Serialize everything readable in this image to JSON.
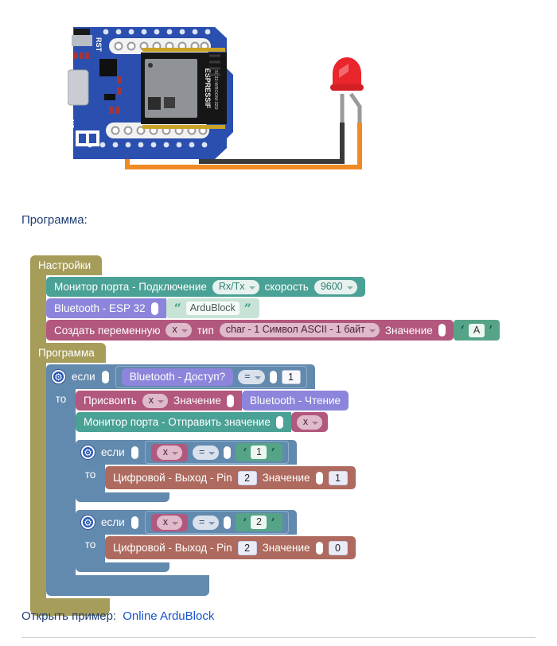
{
  "program_caption": "Программа:",
  "circuit": {
    "rst_label": "RST",
    "on_label": "ON",
    "chip_brand": "ESPRESSIF",
    "chip_model": "ESP32-WROOM-32D"
  },
  "workspace": {
    "settings_section": {
      "label": "Настройки"
    },
    "monitor_connect": {
      "label": "Монитор порта - Подключение",
      "connection": "Rx/Tx",
      "speed_label": "скорость",
      "speed": "9600"
    },
    "bluetooth_init": {
      "label": "Bluetooth - ESP 32",
      "quote_open": "“",
      "name": "ArduBlock",
      "quote_close": "”"
    },
    "create_variable": {
      "label": "Создать переменную",
      "variable": "x",
      "type_label": "тип",
      "type": "char - 1 Символ ASCII - 1 байт",
      "value_label": "Значение",
      "quote_open": "‘",
      "value": "A",
      "quote_close": "’"
    },
    "program_section": {
      "label": "Программа"
    },
    "if_bluetooth": {
      "if_label": "если",
      "condition_left": "Bluetooth - Доступ?",
      "operator": "=",
      "condition_right": "1",
      "then_label": "то"
    },
    "assign_x": {
      "label": "Присвоить",
      "variable": "x",
      "value_label": "Значение",
      "value_source": "Bluetooth - Чтение"
    },
    "monitor_send": {
      "label": "Монитор порта - Отправить значение",
      "variable": "x"
    },
    "if_x1": {
      "if_label": "если",
      "variable": "x",
      "operator": "=",
      "quote_open": "‘",
      "value": "1",
      "quote_close": "’",
      "then_label": "то"
    },
    "digital_write_1": {
      "label": "Цифровой - Выход - Pin",
      "pin": "2",
      "value_label": "Значение",
      "value": "1"
    },
    "if_x2": {
      "if_label": "если",
      "variable": "x",
      "operator": "=",
      "quote_open": "‘",
      "value": "2",
      "quote_close": "’",
      "then_label": "то"
    },
    "digital_write_0": {
      "label": "Цифровой - Выход - Pin",
      "pin": "2",
      "value_label": "Значение",
      "value": "0"
    }
  },
  "footer": {
    "open_example_label": "Открыть пример:",
    "link_text": "Online ArduBlock"
  },
  "colors": {
    "board": "#2a4fae",
    "wire_signal": "#f08a24",
    "wire_ground": "#3a3a3a",
    "led": "#e8262b",
    "section": "#a79d5b",
    "serial": "#4aa195",
    "bluetooth": "#8c85db",
    "variable": "#b2577e",
    "control": "#6289ae",
    "digital": "#ae6a5e"
  }
}
